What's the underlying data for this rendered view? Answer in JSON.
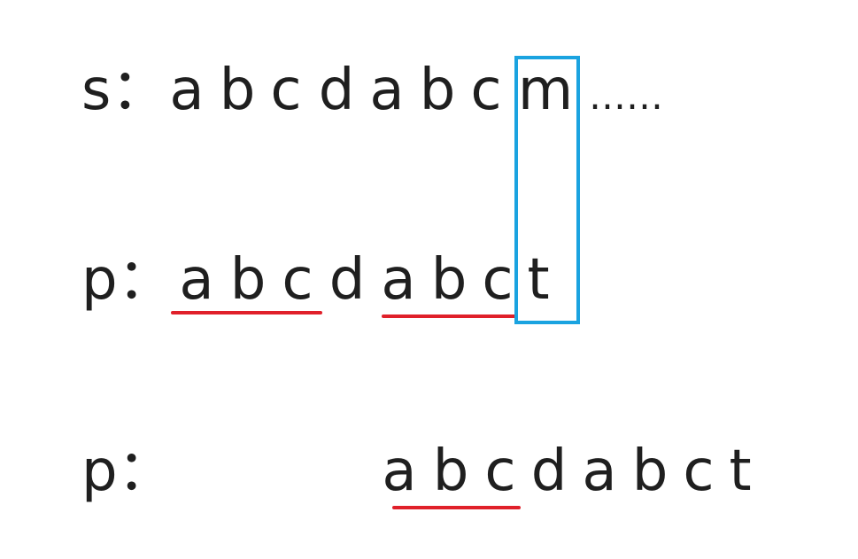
{
  "rows": [
    {
      "label": "s：",
      "chars": [
        "a",
        "b",
        "c",
        "d",
        "a",
        "b",
        "c",
        "m"
      ],
      "tail": "……"
    },
    {
      "label": "p：",
      "chars": [
        "a",
        "b",
        "c",
        "d",
        "a",
        "b",
        "c",
        "t"
      ]
    },
    {
      "label": "p：",
      "chars": [
        "a",
        "b",
        "c",
        "d",
        "a",
        "b",
        "c",
        "t"
      ]
    }
  ],
  "colors": {
    "text": "#1f1f1f",
    "underline": "#e0202a",
    "highlight": "#1aa3e0"
  },
  "highlight_column": 7,
  "underlined_spans": [
    {
      "row": 1,
      "from": 0,
      "to": 2
    },
    {
      "row": 1,
      "from": 4,
      "to": 6
    },
    {
      "row": 2,
      "from": 0,
      "to": 2
    }
  ]
}
